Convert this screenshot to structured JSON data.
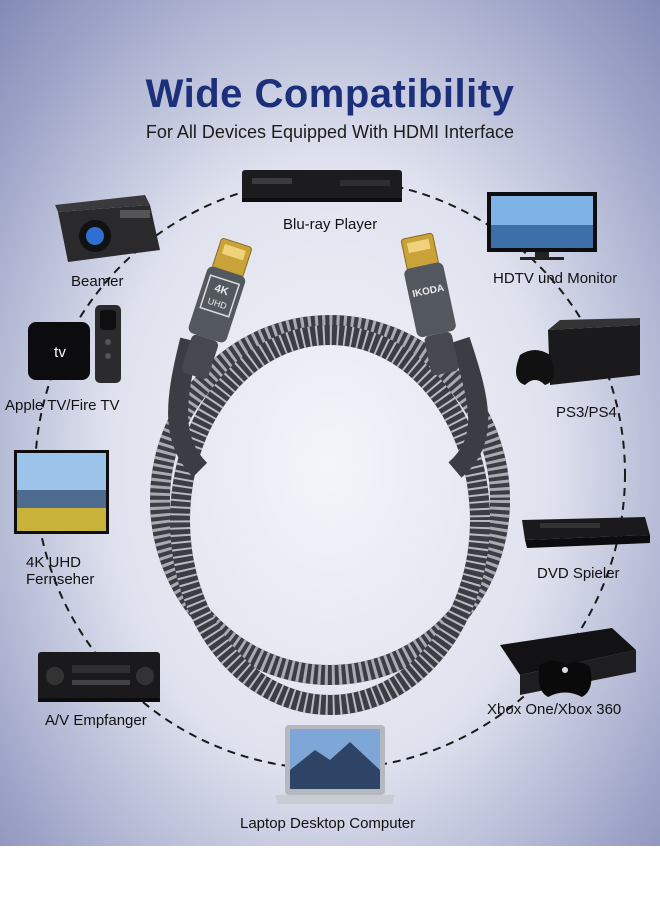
{
  "title": "Wide Compatibility",
  "subtitle": "For All Devices Equipped With HDMI Interface",
  "devices": {
    "bluray": "Blu-ray Player",
    "beamer": "Beamer",
    "hdtv": "HDTV und Monitor",
    "appletv": "Apple TV/Fire TV",
    "ps": "PS3/PS4",
    "uhdtv_line1": "4K UHD",
    "uhdtv_line2": "Fernseher",
    "dvd": "DVD Spieler",
    "av": "A/V Empfanger",
    "xbox": "Xbox One/Xbox 360",
    "laptop": "Laptop Desktop Computer"
  },
  "cable": {
    "left_plug_text_1": "4K",
    "left_plug_text_2": "UHD",
    "right_plug_text": "IKODA"
  },
  "appletv_logo_text": "tv",
  "colors": {
    "title": "#1b2f7a",
    "braid": "#5a5e66",
    "gold": "#d8b24a"
  }
}
